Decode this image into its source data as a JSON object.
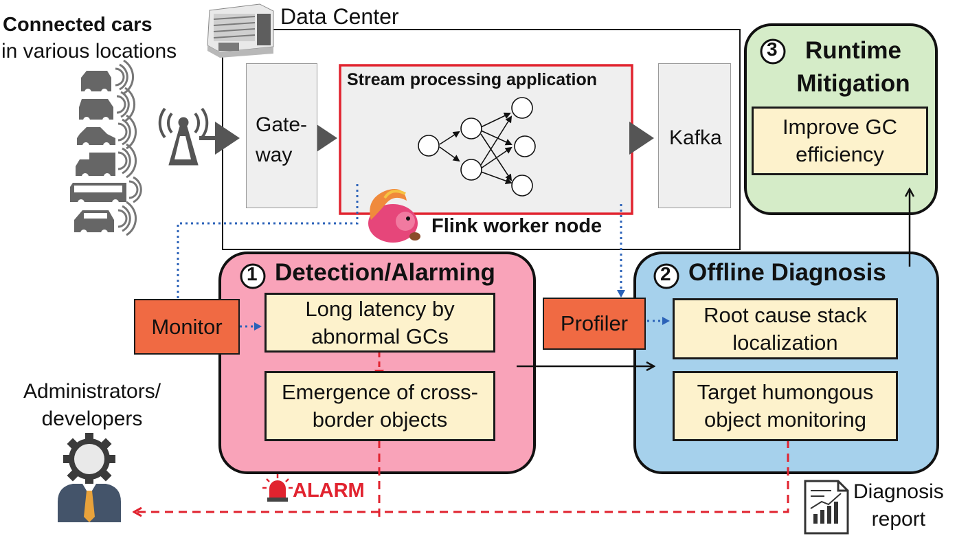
{
  "sources": {
    "cars_title": "Connected cars",
    "cars_subtitle": "in various locations"
  },
  "data_center": {
    "label": "Data Center",
    "gateway": "Gate-\nway",
    "stream_app": "Stream processing application",
    "kafka": "Kafka",
    "worker_node": "Flink worker node"
  },
  "detection": {
    "number": "1",
    "title": "Detection/Alarming",
    "monitor": "Monitor",
    "step1": "Long latency by\nabnormal GCs",
    "step2": "Emergence of cross-\nborder objects",
    "alarm": "ALARM"
  },
  "diagnosis": {
    "number": "2",
    "title": "Offline Diagnosis",
    "profiler": "Profiler",
    "step1": "Root cause stack\nlocalization",
    "step2": "Target humongous\nobject monitoring",
    "report": "Diagnosis\nreport"
  },
  "mitigation": {
    "number": "3",
    "title": "Runtime\nMitigation",
    "step1": "Improve GC\nefficiency"
  },
  "admins": {
    "label": "Administrators/\ndevelopers"
  },
  "colors": {
    "detection_fill": "#f9a3b9",
    "diagnosis_fill": "#a6d1ec",
    "mitigation_fill": "#d5ecc8",
    "step_fill": "#fdf2cc",
    "tool_fill": "#f06a43",
    "stream_border": "#e1232f",
    "alarm_red": "#e1232f",
    "dotted_blue": "#2b62b8"
  },
  "icons": [
    "building-icon",
    "car-icon",
    "antenna-icon",
    "flink-squirrel-icon",
    "siren-icon",
    "report-icon",
    "admin-icon"
  ]
}
